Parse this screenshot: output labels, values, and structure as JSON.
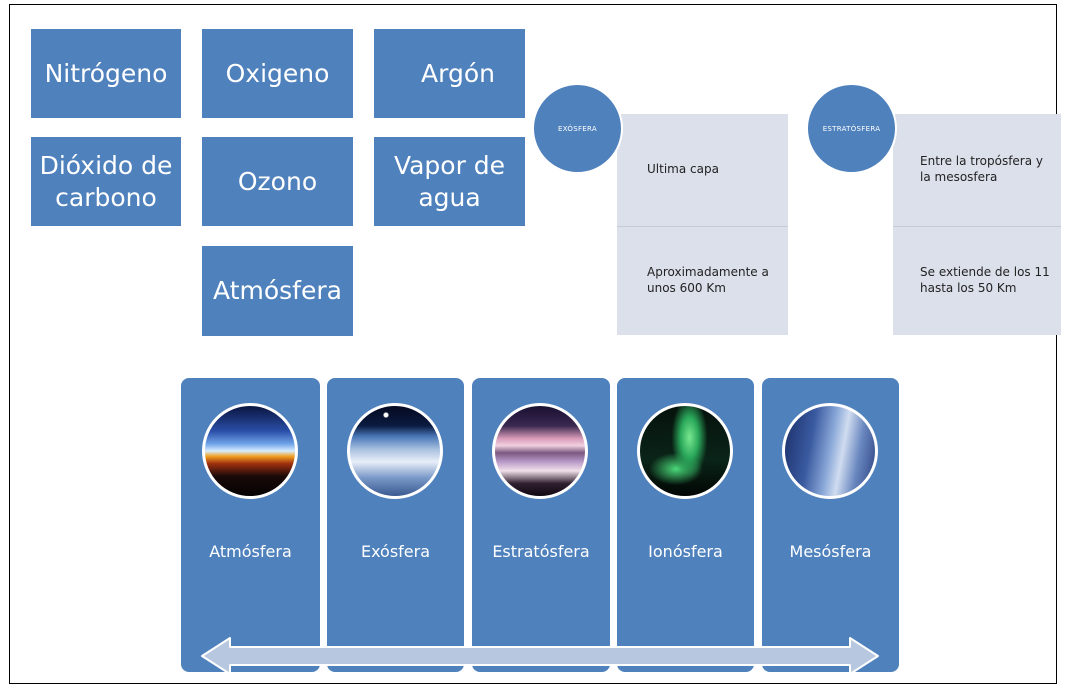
{
  "gases": {
    "nitrogeno": "Nitrógeno",
    "oxigeno": "Oxigeno",
    "argon": "Argón",
    "dioxido": "Dióxido de carbono",
    "ozono": "Ozono",
    "vapor": "Vapor de agua",
    "atmosfera": "Atmósfera"
  },
  "exosfera_panel": {
    "circle_label": "EXÓSFERA",
    "facts": [
      "Ultima capa",
      "Aproximadamente a unos 600 Km"
    ]
  },
  "estratosfera_panel": {
    "circle_label": "ESTRATÓSFERA",
    "facts": [
      "Entre la tropósfera y la mesosfera",
      "Se extiende de los 11 hasta los 50 Km"
    ]
  },
  "layers": [
    {
      "label": "Atmósfera",
      "photo": "atmosphere-horizon-photo"
    },
    {
      "label": "Exósfera",
      "photo": "earth-clouds-from-space-photo"
    },
    {
      "label": "Estratósfera",
      "photo": "stratospheric-clouds-photo"
    },
    {
      "label": "Ionósfera",
      "photo": "aurora-photo"
    },
    {
      "label": "Mesósfera",
      "photo": "noctilucent-clouds-photo"
    }
  ],
  "colors": {
    "accent": "#4f81bd",
    "panel": "#dbe0eb",
    "arrow": "#b8c7e0"
  }
}
